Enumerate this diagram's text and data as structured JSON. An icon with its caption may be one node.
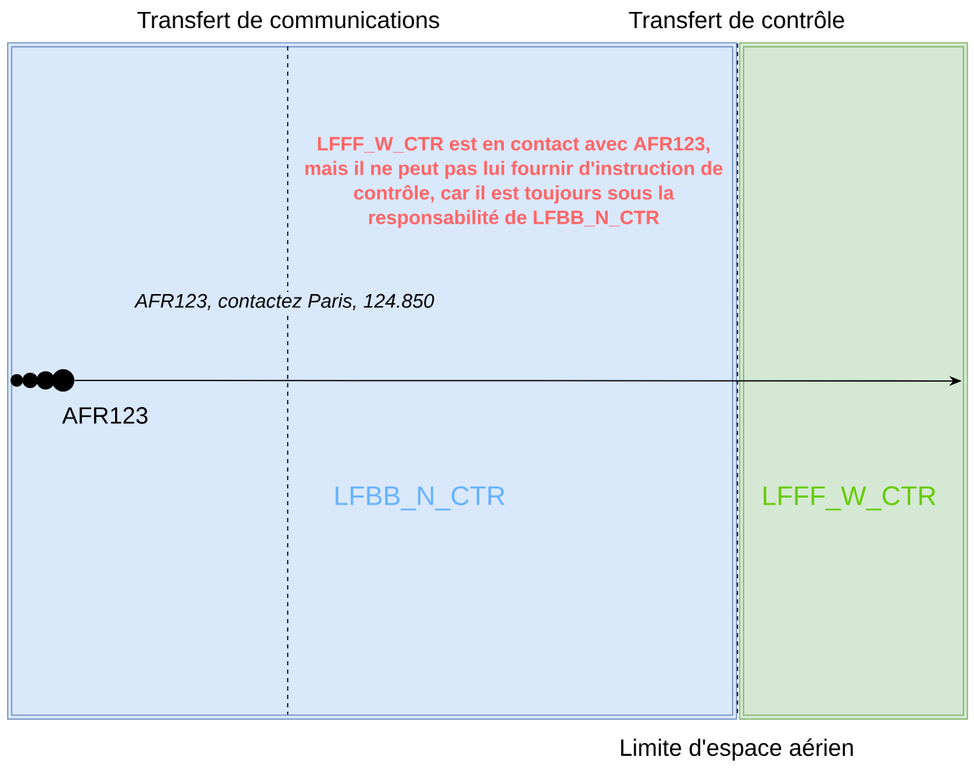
{
  "diagram": {
    "nodes": [
      {
        "text": [
          "LFBB_N_CTR"
        ]
      },
      {
        "text": [],
        "shape": "circle",
        "beside": [
          "AFR123"
        ],
        "in": 0
      },
      {
        "text": [
          "LFFF_W_CTR"
        ]
      }
    ],
    "edges": [
      {
        "from": 1,
        "to": 2,
        "arrow": "to"
      }
    ],
    "labels": [
      "Transfert de communications",
      "Transfert de contrôle",
      "LFFF_W_CTR est en contact avec AFR123, mais il ne peut pas lui fournir d'instruction de contrôle, car il est toujours sous la responsabilité de LFBB_N_CTR",
      "AFR123, contactez Paris, 124.850",
      "Limite d'espace aérien"
    ]
  }
}
